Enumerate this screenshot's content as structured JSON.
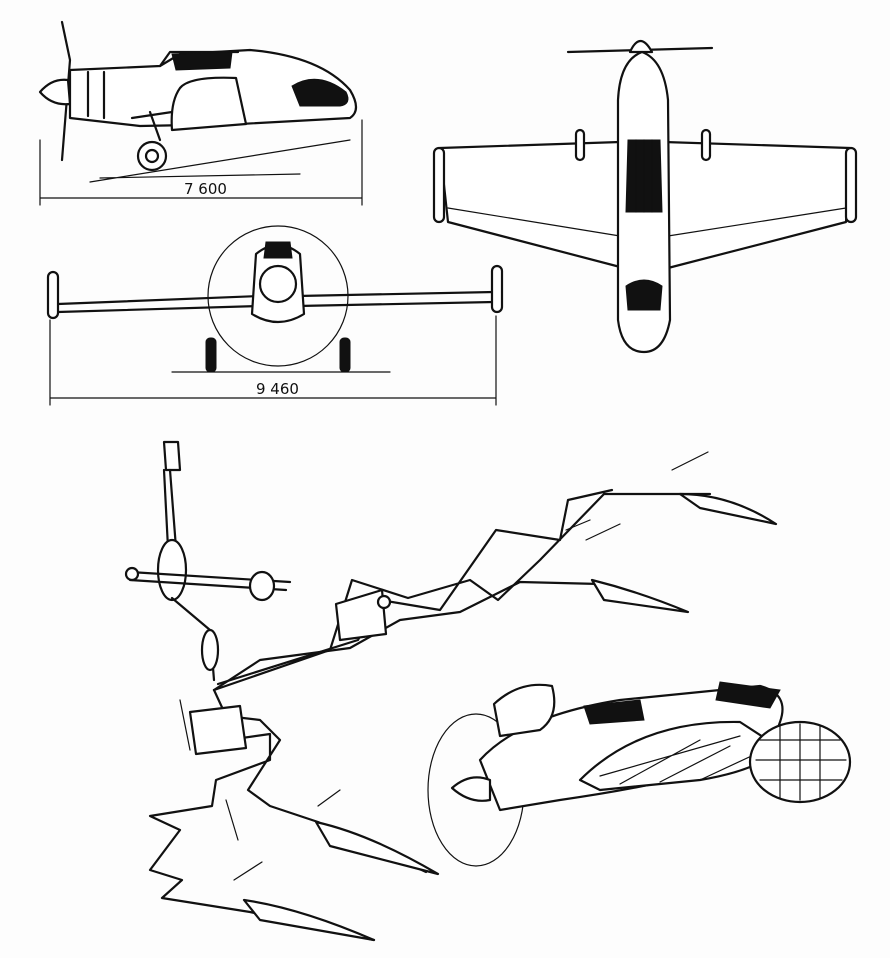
{
  "dimensions": {
    "length_label": "7 600",
    "span_label": "9 460"
  },
  "views": {
    "side": "side-view",
    "top": "top-view",
    "front": "front-view",
    "control_linkage": "control-linkage-schematic",
    "perspective": "perspective-view"
  }
}
